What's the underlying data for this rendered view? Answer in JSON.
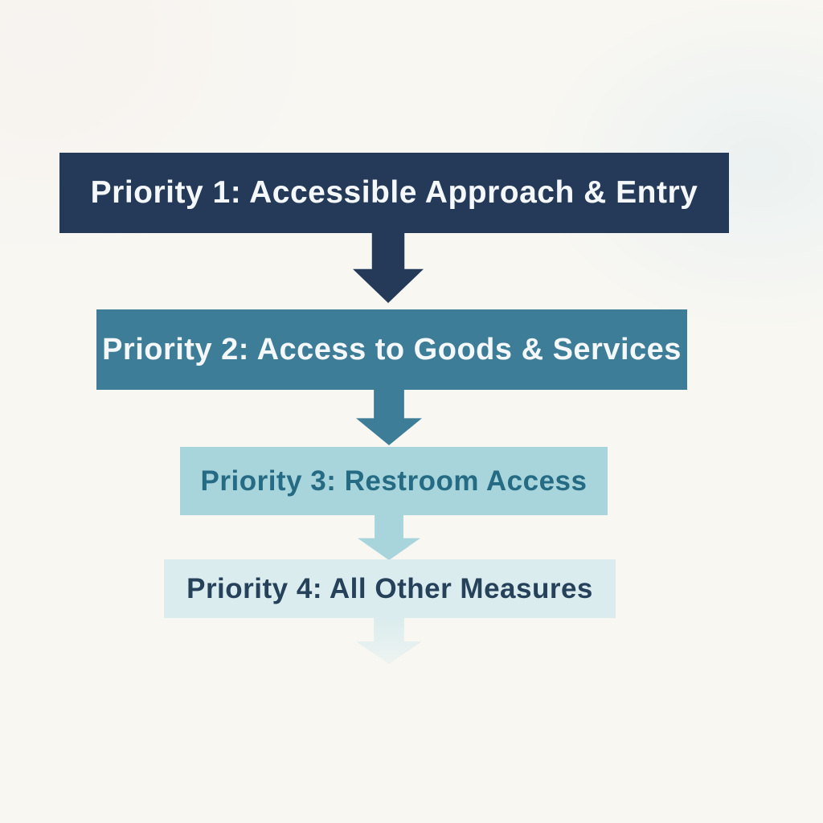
{
  "diagram": {
    "bars": [
      {
        "label": "Priority 1: Accessible Approach & Entry"
      },
      {
        "label": "Priority 2: Access to Goods & Services"
      },
      {
        "label": "Priority 3: Restroom Access"
      },
      {
        "label": "Priority 4: All Other Measures"
      }
    ]
  },
  "palette": {
    "bg": "#f8f7f2",
    "bar1": "#253a58",
    "bar2": "#3e7d97",
    "bar3": "#a8d5dc",
    "bar4": "#daecee",
    "text-light": "#f5f8fa",
    "text-bar3": "#256b84",
    "text-bar4": "#26415a"
  }
}
